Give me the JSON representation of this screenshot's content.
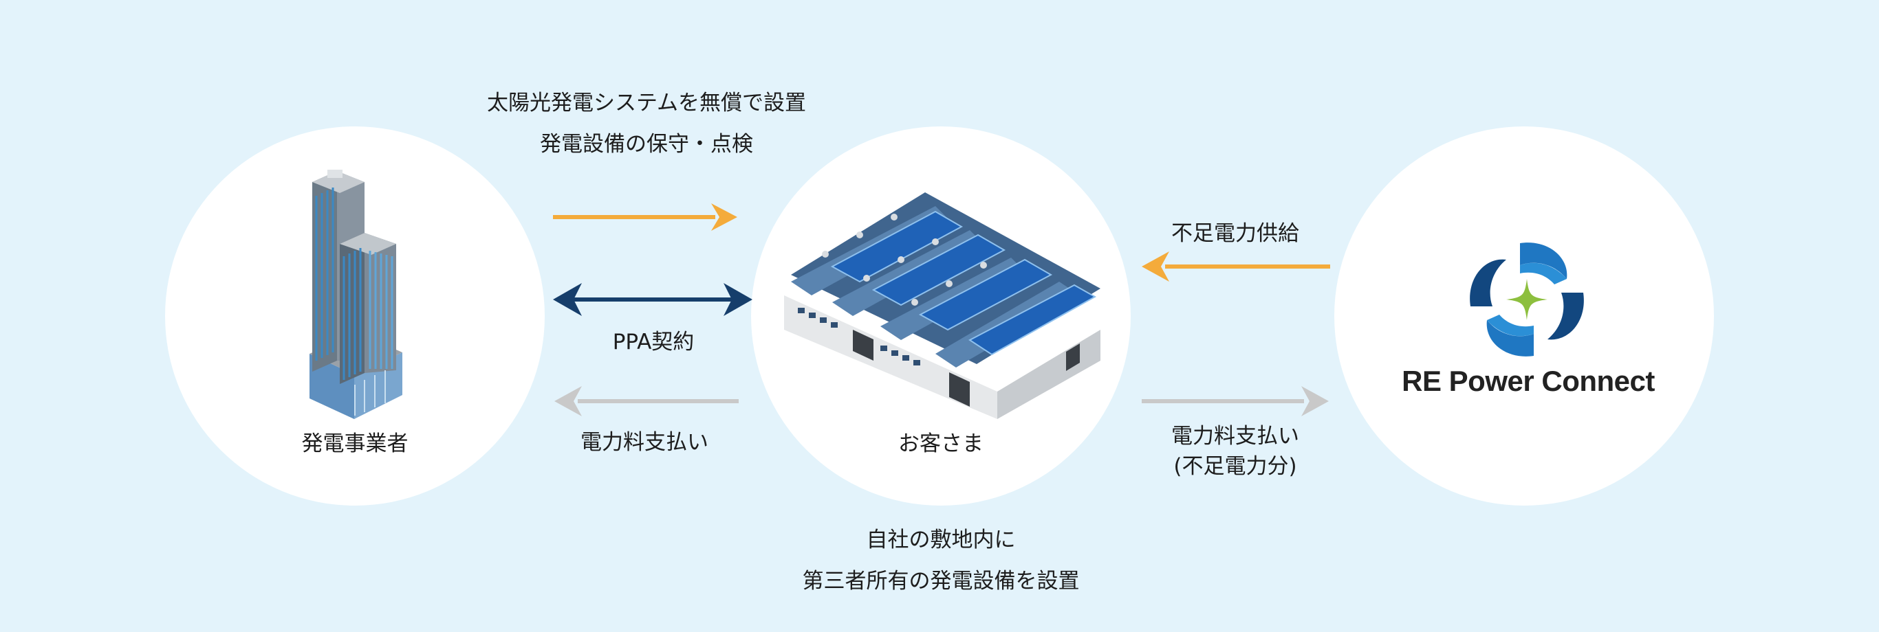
{
  "nodes": {
    "generator": {
      "label": "発電事業者"
    },
    "customer": {
      "label": "お客さま"
    },
    "retailer": {
      "brand": "RE Power Connect"
    }
  },
  "flows": {
    "install": {
      "line1": "太陽光発電システムを無償で設置",
      "line2": "発電設備の保守・点検"
    },
    "contract": {
      "label": "PPA契約"
    },
    "payment_generator": {
      "label": "電力料支払い"
    },
    "shortage_supply": {
      "label": "不足電力供給"
    },
    "payment_retailer": {
      "line1": "電力料支払い",
      "line2": "(不足電力分)"
    },
    "onsite": {
      "line1": "自社の敷地内に",
      "line2": "第三者所有の発電設備を設置"
    }
  },
  "colors": {
    "background": "#e3f3fb",
    "arrow_supply": "#f4ab3b",
    "arrow_contract": "#163e6b",
    "arrow_payment": "#c9c9c9",
    "logo_dark": "#12477f",
    "logo_light": "#1f77c2",
    "logo_star": "#8dbf3e"
  }
}
